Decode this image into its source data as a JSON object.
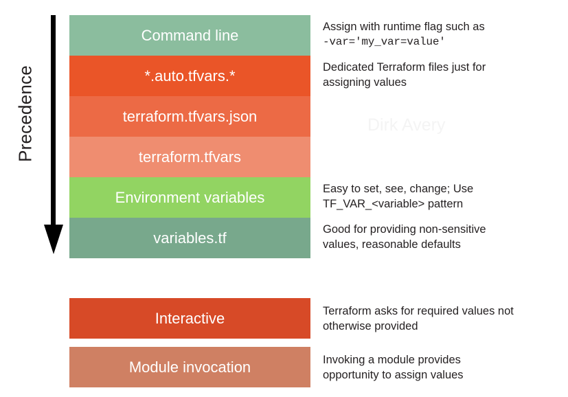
{
  "axis": {
    "label": "Precedence",
    "arrow_direction": "down"
  },
  "watermark": {
    "text": "Dirk Avery"
  },
  "colors": {
    "command_line": "#8bbd9e",
    "auto_tfvars": "#ea5528",
    "tfvars_json": "#ec6a45",
    "tfvars": "#ef8d70",
    "env_vars": "#92d462",
    "variables_tf": "#78a88c",
    "interactive": "#d74a27",
    "module_invocation": "#cf8063",
    "text": "#231f20",
    "bar_label": "#ffffff",
    "background": "#ffffff"
  },
  "primary_rows": [
    {
      "label": "Command line",
      "color": "#8bbd9e",
      "note_line1": "Assign with runtime flag such as",
      "note_code": "-var='my_var=value'"
    },
    {
      "label": "*.auto.tfvars.*",
      "color": "#ea5528",
      "note_line1": "Dedicated Terraform files just for",
      "note_line2": "assigning values"
    },
    {
      "label": "terraform.tfvars.json",
      "color": "#ec6a45",
      "note_line1": "",
      "note_line2": ""
    },
    {
      "label": "terraform.tfvars",
      "color": "#ef8d70",
      "note_line1": "",
      "note_line2": ""
    },
    {
      "label": "Environment variables",
      "color": "#92d462",
      "note_line1": "Easy to set, see, change; Use",
      "note_line2": "TF_VAR_<variable> pattern"
    },
    {
      "label": "variables.tf",
      "color": "#78a88c",
      "note_line1": "Good for providing non-sensitive",
      "note_line2": "values, reasonable defaults"
    }
  ],
  "secondary_rows": [
    {
      "label": "Interactive",
      "color": "#d74a27",
      "note_line1": "Terraform asks for required values not",
      "note_line2": "otherwise provided"
    },
    {
      "label": "Module invocation",
      "color": "#cf8063",
      "note_line1": "Invoking a module provides",
      "note_line2": "opportunity to assign values"
    }
  ]
}
